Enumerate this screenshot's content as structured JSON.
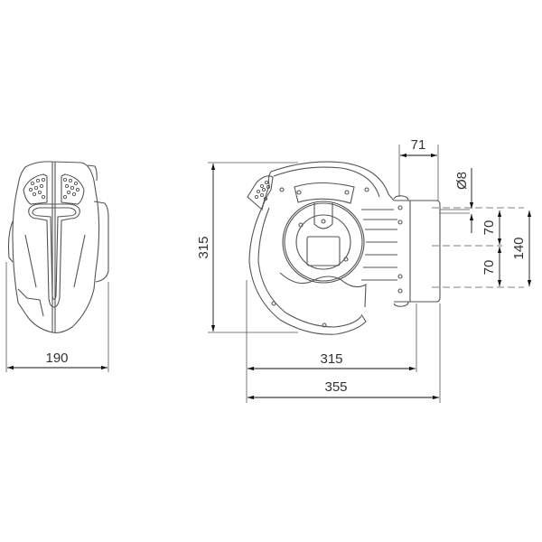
{
  "diagram": {
    "title": "Hose reel technical drawing",
    "views": [
      "side-view",
      "front-view"
    ],
    "line_color": "#555555",
    "dimension_units": "mm",
    "dimensions": {
      "side_width": "190",
      "front_height": "315",
      "front_width": "315",
      "overall_width": "355",
      "bracket_depth": "71",
      "hole_diameter": "Ø8",
      "hole_spacing_upper": "70",
      "hole_spacing_lower": "70",
      "hole_spacing_total": "140"
    }
  }
}
